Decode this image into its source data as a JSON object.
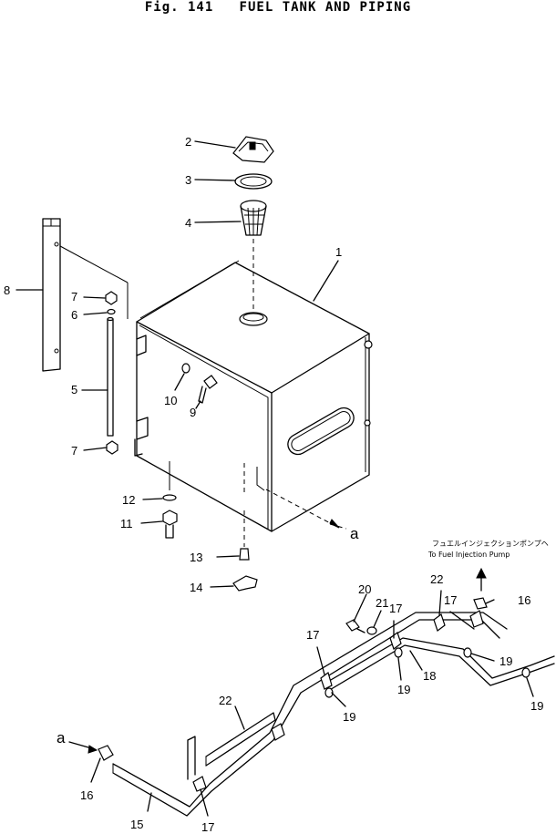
{
  "figure": {
    "title": "Fig. 141   FUEL TANK AND PIPING"
  },
  "callouts": {
    "c1": "1",
    "c2": "2",
    "c3": "3",
    "c4": "4",
    "c5": "5",
    "c6": "6",
    "c7a": "7",
    "c7b": "7",
    "c8": "8",
    "c9": "9",
    "c10": "10",
    "c11": "11",
    "c12": "12",
    "c13": "13",
    "c14": "14",
    "c15": "15",
    "c16a": "16",
    "c16b": "16",
    "c17a": "17",
    "c17b": "17",
    "c17c": "17",
    "c17d": "17",
    "c18": "18",
    "c19a": "19",
    "c19b": "19",
    "c19c": "19",
    "c19d": "19",
    "c20": "20",
    "c21": "21",
    "c22a": "22",
    "c22b": "22"
  },
  "annotations": {
    "pump_jp": "フュエルインジェクションポンプヘ",
    "pump_en": "To Fuel Injection Pump",
    "ref_a_top": "a",
    "ref_a_bottom": "a"
  }
}
